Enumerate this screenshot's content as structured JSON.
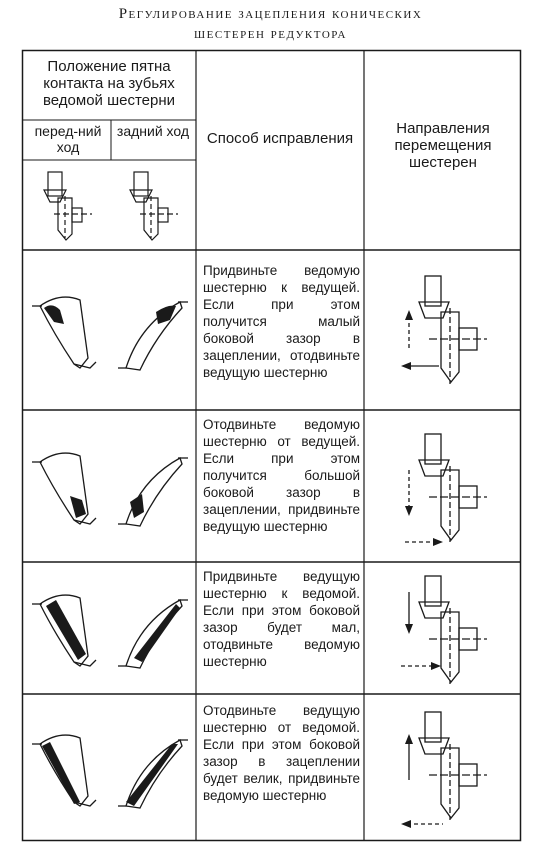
{
  "title": {
    "line1": "Регулирование зацепления конических",
    "line2": "шестерен редуктора"
  },
  "header": {
    "position": "Положение пятна контакта на зубьях ведомой шестерни",
    "forward": "перед-ний ход",
    "reverse": "задний ход",
    "method": "Способ исправления",
    "direction": "Направления перемещения шестерен"
  },
  "rows": [
    {
      "text": "Придвиньте ведомую шестерню к ведущей. Если при этом получится малый боковой зазор в зацеплении, отодвиньте ведущую шестерню"
    },
    {
      "text": "Отодвиньте ведомую шестерню от ведущей. Если при этом получится большой боковой зазор в зацеплении, придвиньте ведущую шестерню"
    },
    {
      "text": "Придвиньте ведущую шестерню к ведомой. Если при этом боковой зазор будет мал, отодвиньте ведомую шестерню"
    },
    {
      "text": "Отодвиньте ведущую шестерню от ведомой. Если при этом боковой зазор в зацеплении будет велик, придвиньте ведомую шестерню"
    }
  ],
  "colors": {
    "ink": "#1a1a1a",
    "paper": "#ffffff"
  }
}
